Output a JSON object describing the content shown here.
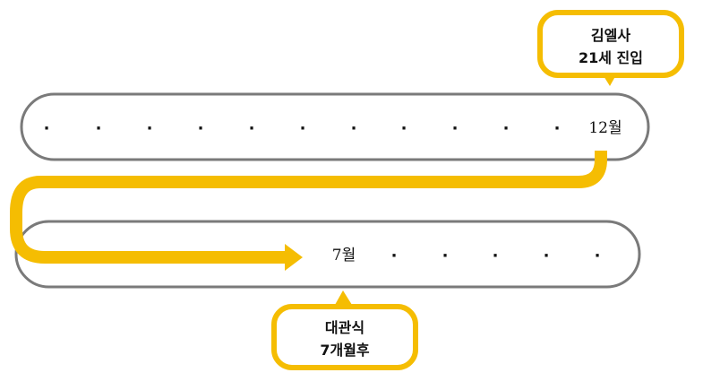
{
  "timeline": {
    "top_row": {
      "dots": [
        "·",
        "·",
        "·",
        "·",
        "·",
        "·",
        "·",
        "·",
        "·",
        "·",
        "·"
      ],
      "end_label": "12월"
    },
    "bottom_row": {
      "start_label": "7월",
      "dots": [
        "·",
        "·",
        "·",
        "·",
        "·"
      ]
    }
  },
  "callouts": {
    "top": {
      "line1": "김엘사",
      "line2": "21세 진입"
    },
    "bottom": {
      "line1": "대관식",
      "line2": "7개월후"
    }
  },
  "colors": {
    "accent": "#F5BD02",
    "track_border": "#7a7a7a",
    "text": "#111111"
  }
}
